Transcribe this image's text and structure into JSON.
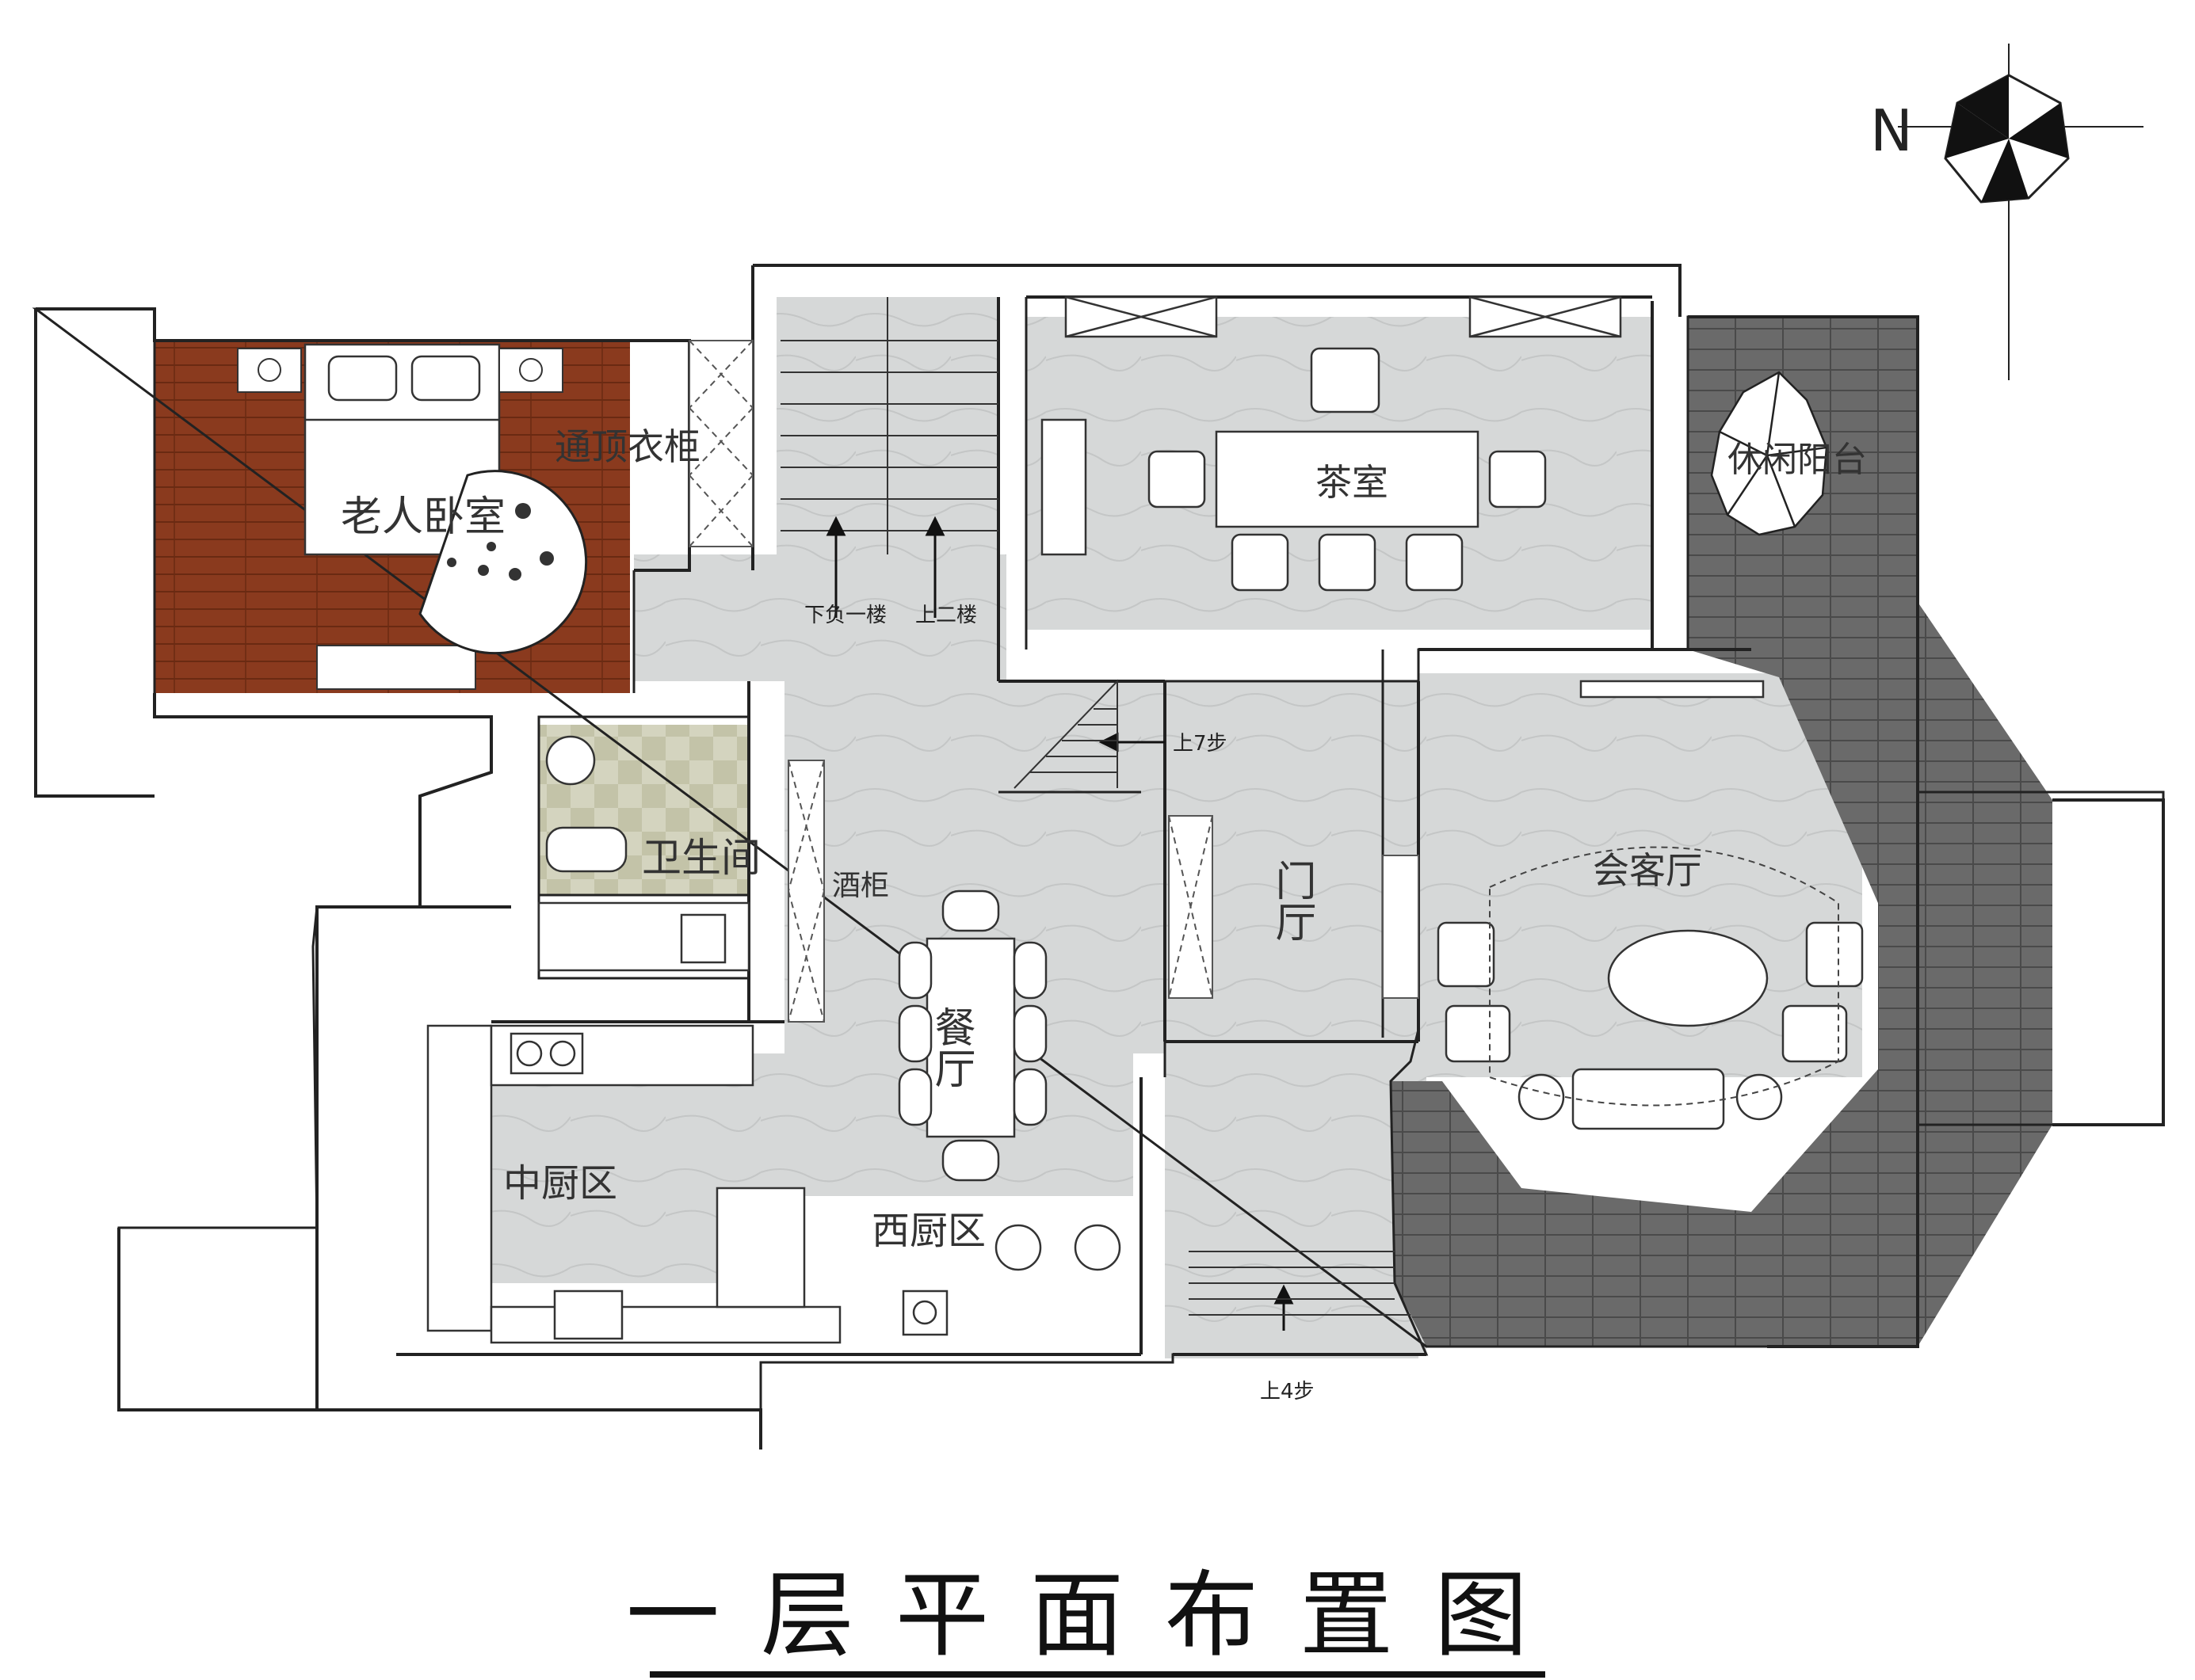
{
  "title": "一层平面布置图",
  "compass": {
    "north_label": "N"
  },
  "rooms": {
    "elderly_bedroom": "老人卧室",
    "wardrobe": "通顶衣柜",
    "tea_room": "茶室",
    "leisure_balcony": "休闲阳台",
    "bathroom": "卫生间",
    "wine_cabinet": "酒柜",
    "dining_room": "餐厅",
    "foyer": "门厅",
    "reception_hall": "会客厅",
    "chinese_kitchen": "中厨区",
    "western_kitchen": "西厨区"
  },
  "stair_notes": {
    "down_basement": "下负一楼",
    "up_second": "上二楼",
    "up_7_steps": "上7步",
    "up_4_steps": "上4步"
  },
  "colors": {
    "wood_floor": "#8a3a1e",
    "stone_floor": "#d6d8d8",
    "deck_floor": "#6e6e6e",
    "bath_tile": "#cfcfb8",
    "wall_line": "#222222"
  }
}
